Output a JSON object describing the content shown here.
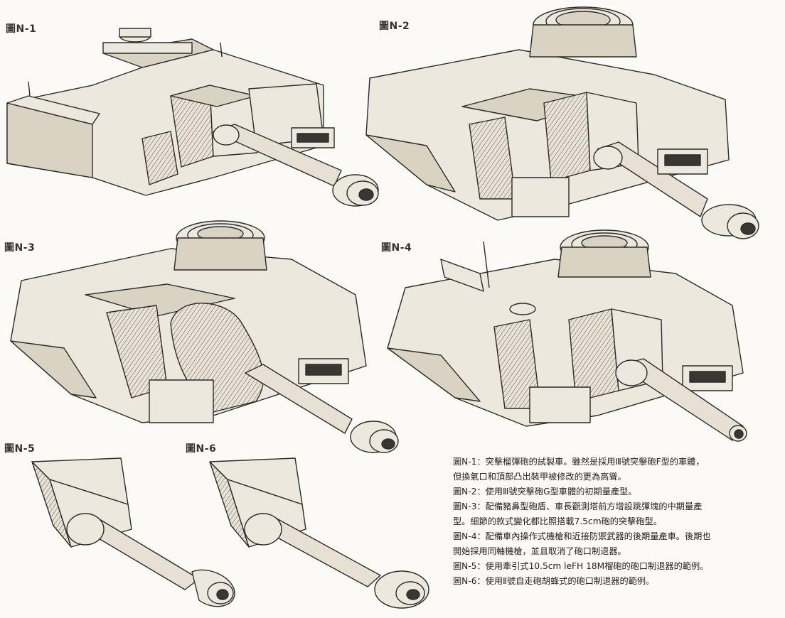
{
  "figures": {
    "n1": "圖N-1",
    "n2": "圖N-2",
    "n3": "圖N-3",
    "n4": "圖N-4",
    "n5": "圖N-5",
    "n6": "圖N-6"
  },
  "caption": {
    "line1": "圖N-1：突擊榴彈砲的試製車。雖然是採用Ⅲ號突擊砲F型的車體，",
    "line2": "但換氣口和頂部凸出裝甲被修改的更為高聳。",
    "line3": "圖N-2：使用Ⅲ號突擊砲G型車體的初期量產型。",
    "line4": "圖N-3：配備豬鼻型砲盾、車長觀測塔前方增設跳彈塊的中期量產",
    "line5": "型。細節的款式變化都比照搭載7.5cm砲的突擊砲型。",
    "line6": "圖N-4：配備車內操作式機槍和近接防禦武器的後期量產車。後期也",
    "line7": "開始採用同軸機槍，並且取消了砲口制退器。",
    "line8": "圖N-5：使用牽引式10.5cm leFH 18M榴砲的砲口制退器的範例。",
    "line9": "圖N-6：使用Ⅱ號自走砲胡蜂式的砲口制退器的範例。"
  }
}
